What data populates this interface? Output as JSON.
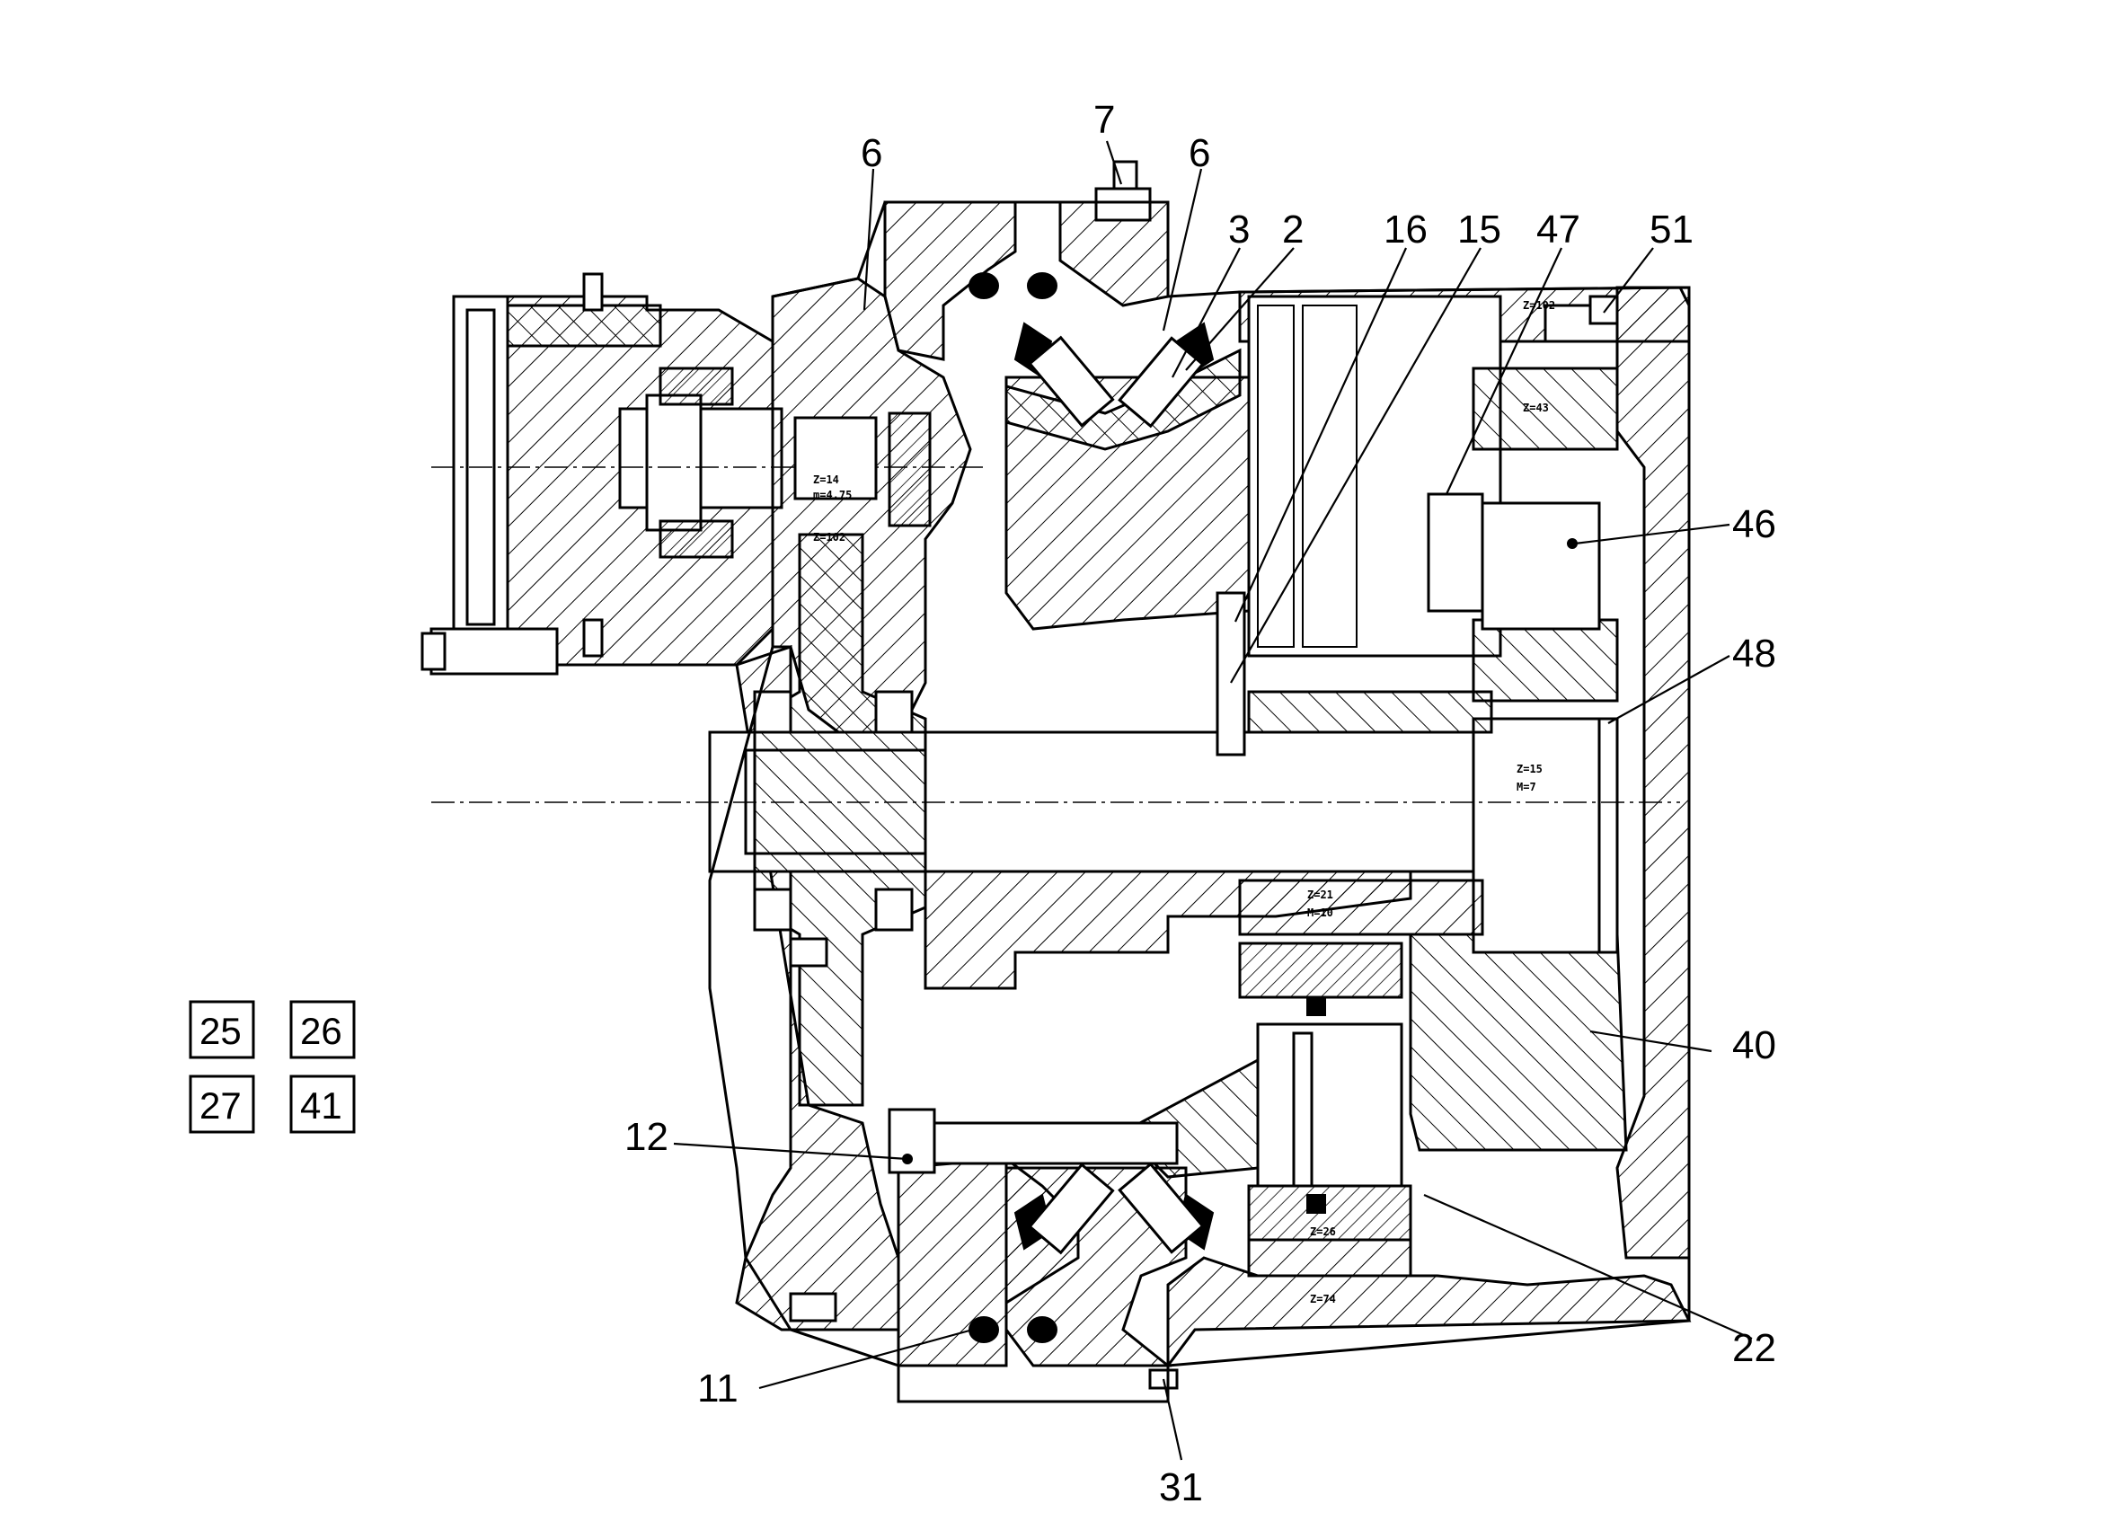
{
  "callouts": [
    {
      "id": "7",
      "text": "7"
    },
    {
      "id": "6a",
      "text": "6"
    },
    {
      "id": "6b",
      "text": "6"
    },
    {
      "id": "3",
      "text": "3"
    },
    {
      "id": "2",
      "text": "2"
    },
    {
      "id": "16",
      "text": "16"
    },
    {
      "id": "15",
      "text": "15"
    },
    {
      "id": "47",
      "text": "47"
    },
    {
      "id": "51",
      "text": "51"
    },
    {
      "id": "46",
      "text": "46"
    },
    {
      "id": "48",
      "text": "48"
    },
    {
      "id": "40",
      "text": "40"
    },
    {
      "id": "22",
      "text": "22"
    },
    {
      "id": "12",
      "text": "12"
    },
    {
      "id": "11",
      "text": "11"
    },
    {
      "id": "31",
      "text": "31"
    }
  ],
  "boxed_refs": [
    "25",
    "26",
    "27",
    "41"
  ],
  "gear_labels": {
    "z102_top": "Z=102",
    "z43": "Z=43",
    "z14": "Z=14",
    "m475": "m=4,75",
    "z102_mid": "Z=102",
    "z15": "Z=15",
    "m7": "M=7",
    "z21": "Z=21",
    "m10": "M=10",
    "z26": "Z=26",
    "z74": "Z=74"
  },
  "colors": {
    "line": "#000000",
    "background": "#ffffff"
  }
}
